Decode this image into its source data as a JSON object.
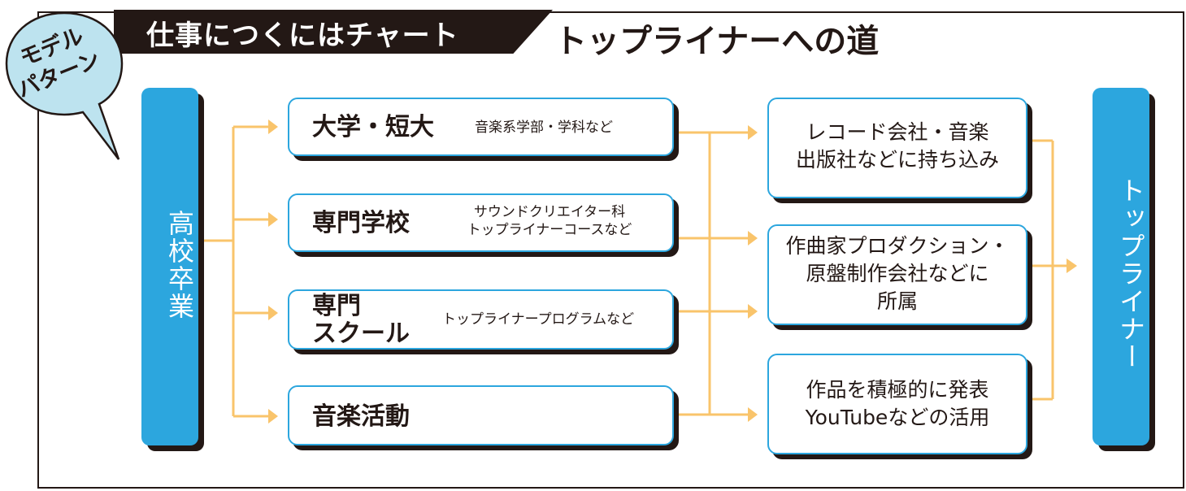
{
  "badge": {
    "line1": "モデル",
    "line2": "パターン"
  },
  "header": {
    "title_left": "仕事につくにはチャート",
    "title_right": "トップライナーへの道"
  },
  "colors": {
    "accent_blue": "#2ca6de",
    "connector": "#f9c46b",
    "ink": "#231815"
  },
  "start": {
    "label": "高校卒業"
  },
  "paths": [
    {
      "main": "大学・短大",
      "sub": [
        "音楽系学部・学科など"
      ]
    },
    {
      "main": "専門学校",
      "sub": [
        "サウンドクリエイター科",
        "トップライナーコースなど"
      ]
    },
    {
      "main_lines": [
        "専門",
        "スクール"
      ],
      "sub": [
        "トップライナープログラムなど"
      ]
    },
    {
      "main": "音楽活動",
      "sub": []
    }
  ],
  "routes": [
    {
      "lines": [
        "レコード会社・音楽",
        "出版社などに持ち込み"
      ]
    },
    {
      "lines": [
        "作曲家プロダクション・",
        "原盤制作会社などに",
        "所属"
      ]
    },
    {
      "lines": [
        "作品を積極的に発表",
        "YouTubeなどの活用"
      ]
    }
  ],
  "goal": {
    "label": "トップライナー"
  }
}
